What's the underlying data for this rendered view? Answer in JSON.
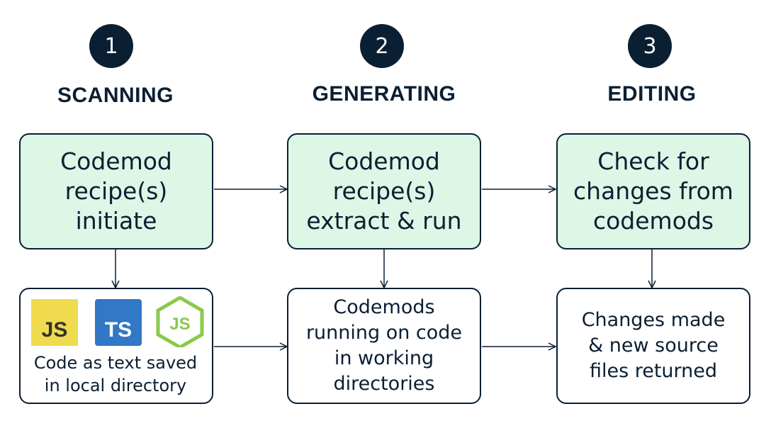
{
  "steps": [
    {
      "number": "1",
      "title": "SCANNING",
      "top_text": "Codemod\nrecipe(s)\ninitiate",
      "bottom_text": "Code as text saved\nin local directory"
    },
    {
      "number": "2",
      "title": "GENERATING",
      "top_text": "Codemod\nrecipe(s)\nextract & run",
      "bottom_text": "Codemods\nrunning on code\nin working\ndirectories"
    },
    {
      "number": "3",
      "title": "EDITING",
      "top_text": "Check for\nchanges from\ncodemods",
      "bottom_text": "Changes made\n& new source\nfiles returned"
    }
  ],
  "logos": {
    "js": "JS",
    "ts": "TS",
    "node": "JS"
  },
  "colors": {
    "navy": "#0b1f33",
    "mint": "#dcf7e6",
    "js_yellow": "#f0db4f",
    "ts_blue": "#3178c6",
    "node_green": "#8cc84b"
  }
}
